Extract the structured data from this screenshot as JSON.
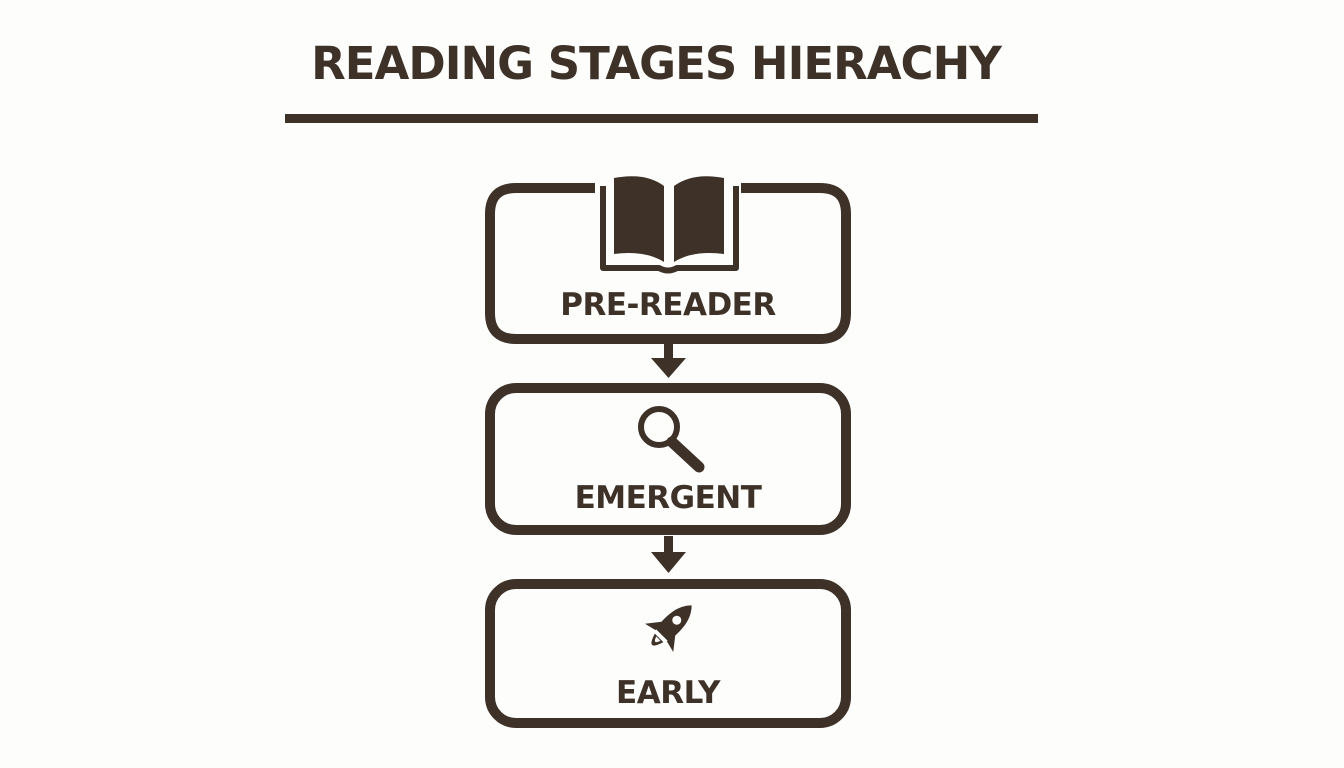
{
  "title": "READING STAGES HIERACHY",
  "colors": {
    "ink": "#3d3128",
    "background": "#fdfdfc"
  },
  "stages": [
    {
      "label": "PRE-READER",
      "icon": "open-book-icon"
    },
    {
      "label": "EMERGENT",
      "icon": "magnifying-glass-icon"
    },
    {
      "label": "EARLY",
      "icon": "rocket-icon"
    }
  ]
}
